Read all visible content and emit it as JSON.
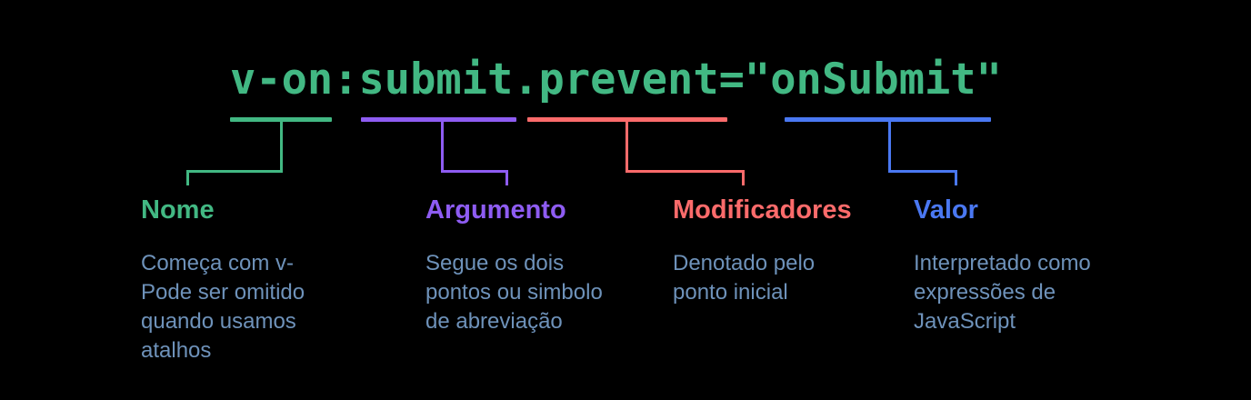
{
  "background_color": "#000000",
  "colors": {
    "green": "#42b883",
    "purple": "#8e5cf2",
    "red": "#fc6b6b",
    "blue": "#4a78f2",
    "description_text": "#6e92ba"
  },
  "code": {
    "text": "v-on:submit.prevent=\"onSubmit\""
  },
  "columns": [
    {
      "id": "nome",
      "label": "Nome",
      "underlined_code": "v-on",
      "description": "Começa com v-\nPode ser omitido\nquando usamos\natalhos"
    },
    {
      "id": "argumento",
      "label": "Argumento",
      "underlined_code": "submit",
      "description": "Segue os dois\npontos ou simbolo\nde abreviação"
    },
    {
      "id": "modificadores",
      "label": "Modificadores",
      "underlined_code": ".prevent",
      "description": "Denotado pelo\nponto inicial"
    },
    {
      "id": "valor",
      "label": "Valor",
      "underlined_code": "onSubmit",
      "description": "Interpretado como\nexpressões de\nJavaScript"
    }
  ]
}
